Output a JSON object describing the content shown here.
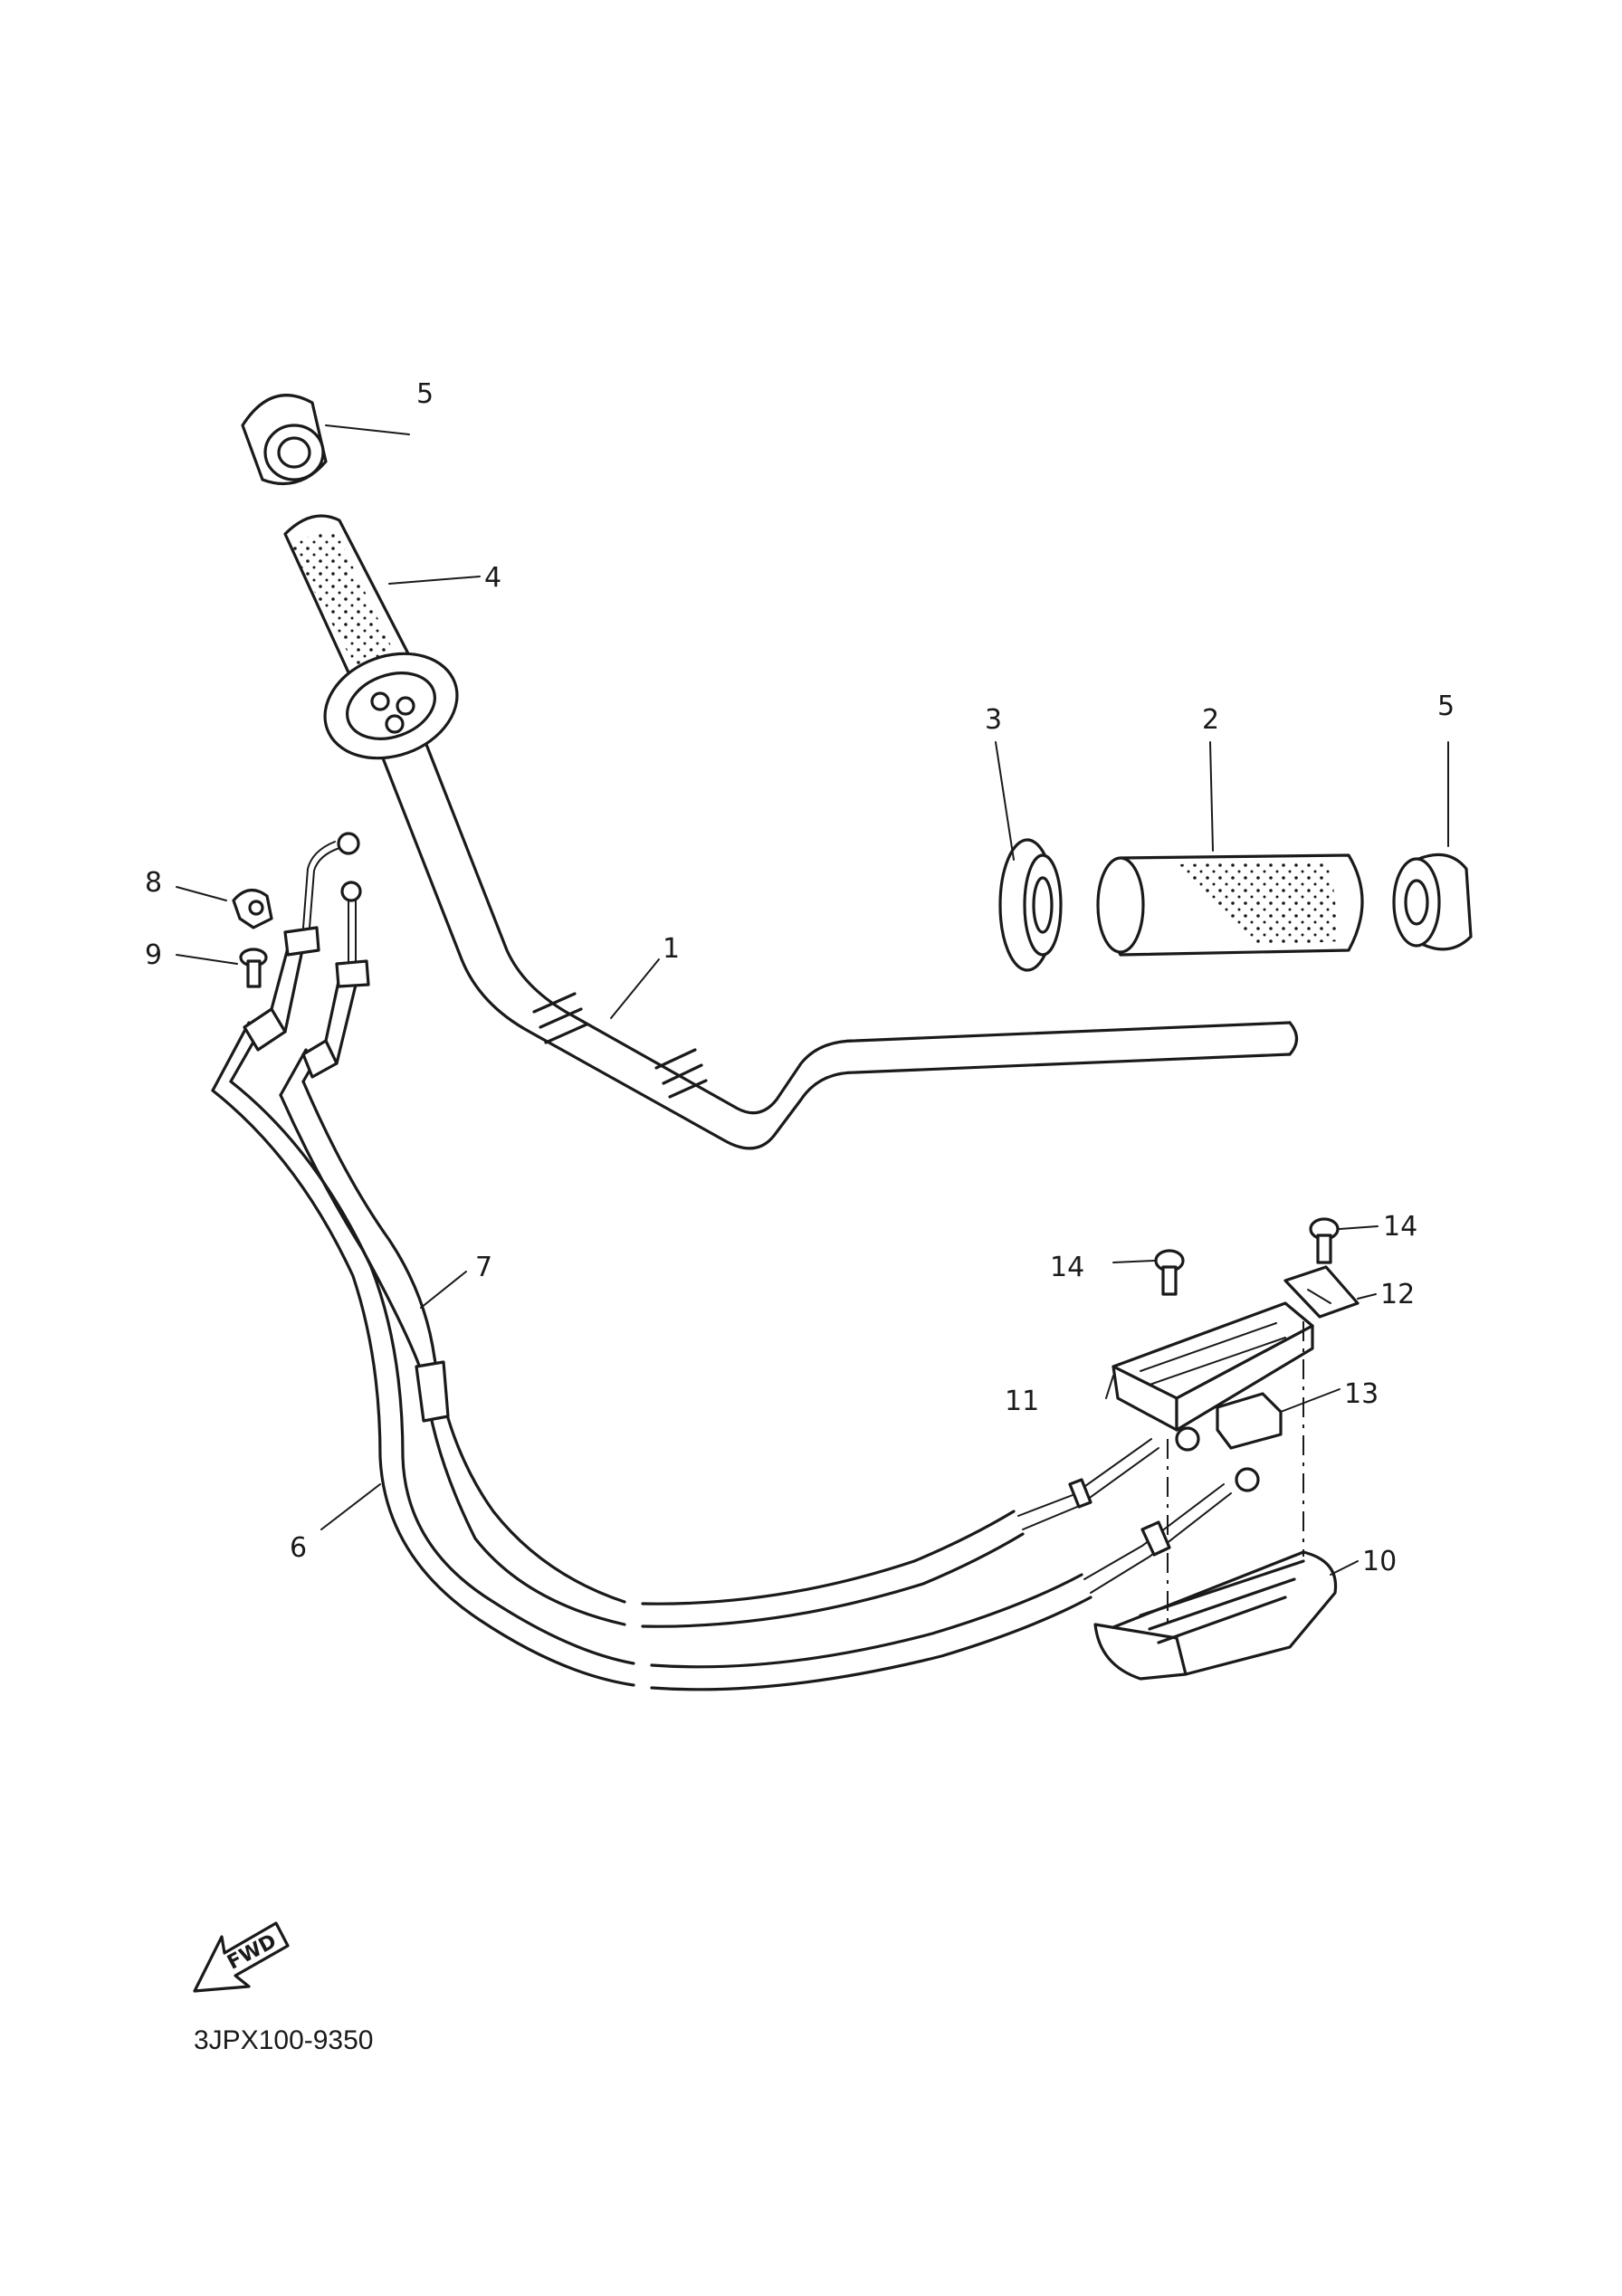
{
  "diagram": {
    "callouts": [
      {
        "id": "c1",
        "label": "1"
      },
      {
        "id": "c2",
        "label": "2"
      },
      {
        "id": "c3",
        "label": "3"
      },
      {
        "id": "c4",
        "label": "4"
      },
      {
        "id": "c5a",
        "label": "5"
      },
      {
        "id": "c5b",
        "label": "5"
      },
      {
        "id": "c6",
        "label": "6"
      },
      {
        "id": "c7",
        "label": "7"
      },
      {
        "id": "c8",
        "label": "8"
      },
      {
        "id": "c9",
        "label": "9"
      },
      {
        "id": "c10",
        "label": "10"
      },
      {
        "id": "c11",
        "label": "11"
      },
      {
        "id": "c12",
        "label": "12"
      },
      {
        "id": "c13",
        "label": "13"
      },
      {
        "id": "c14a",
        "label": "14"
      },
      {
        "id": "c14b",
        "label": "14"
      }
    ],
    "fwd_arrow_text": "FWD",
    "reference_code": "3JPX100-9350"
  }
}
